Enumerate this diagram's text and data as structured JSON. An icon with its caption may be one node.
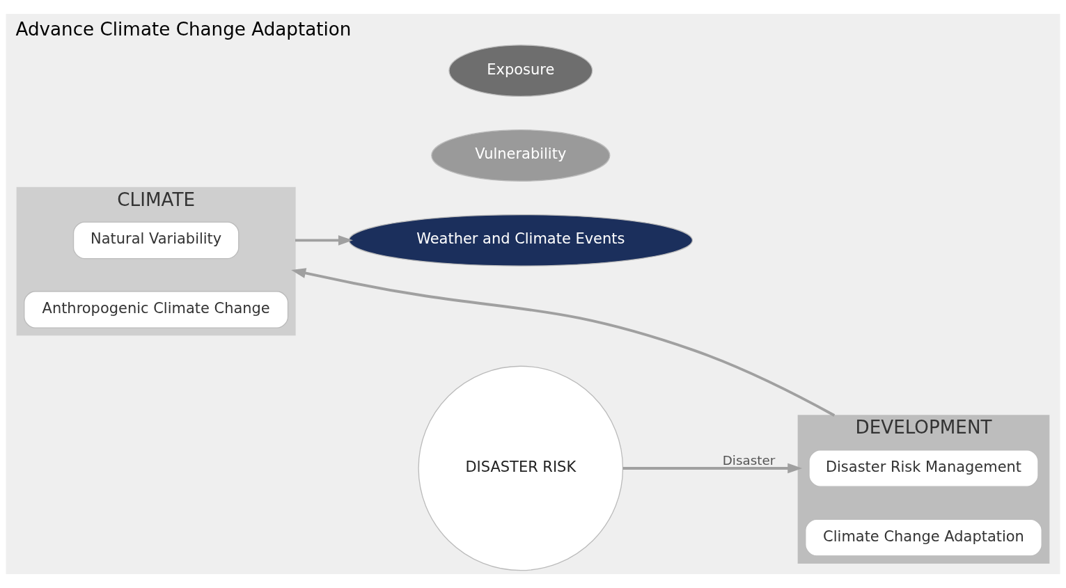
{
  "diagram": {
    "title": "Advance Climate Change Adaptation",
    "nodes": [
      {
        "text": [
          "CLIMATE"
        ]
      },
      {
        "text": [
          "Natural Variability"
        ],
        "in": 0
      },
      {
        "text": [
          "Anthropogenic Climate Change"
        ],
        "in": 0
      },
      {
        "text": [
          "Weather and Climate Events"
        ]
      },
      {
        "text": [
          "Vulnerability"
        ]
      },
      {
        "text": [
          "Exposure"
        ]
      },
      {
        "text": [
          "DISASTER RISK"
        ]
      },
      {
        "text": [
          "DEVELOPMENT"
        ]
      },
      {
        "text": [
          "Disaster Risk Management"
        ],
        "in": 7
      },
      {
        "text": [
          "Climate Change Adaptation"
        ],
        "in": 7
      }
    ],
    "edges": [
      {
        "from": 0,
        "to": 3,
        "arrow": "to"
      },
      {
        "from": 6,
        "to": 7,
        "label": "Disaster",
        "arrow": "to"
      },
      {
        "from": 7,
        "to": 0,
        "arrow": "to"
      }
    ]
  }
}
